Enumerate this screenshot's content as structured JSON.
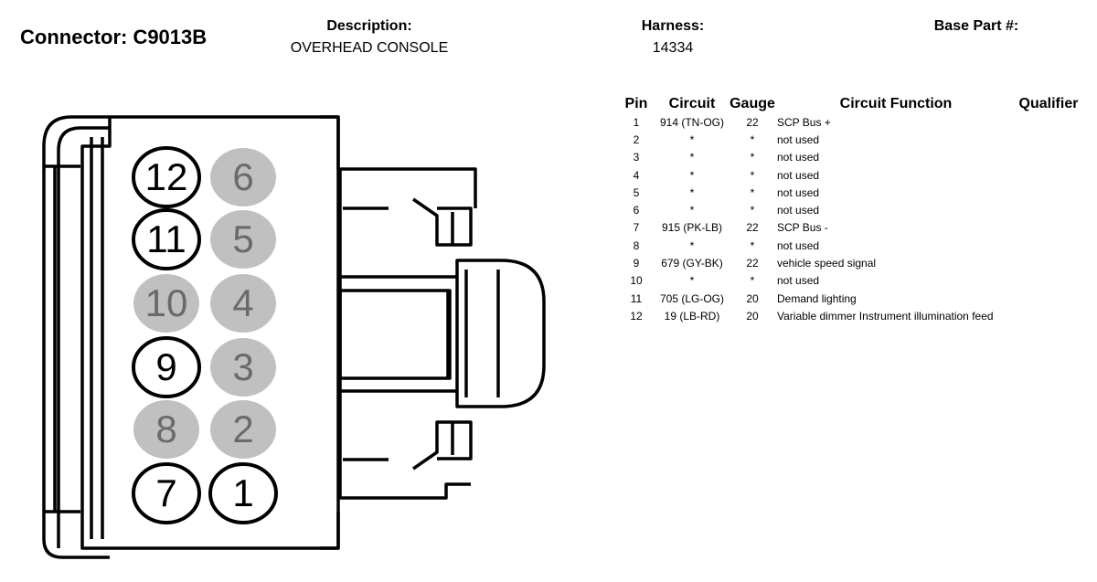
{
  "header": {
    "connector": "Connector: C9013B",
    "description_label": "Description:",
    "description_value": "OVERHEAD CONSOLE",
    "harness_label": "Harness:",
    "harness_value": "14334",
    "base_part_label": "Base Part #:"
  },
  "colors": {
    "empty_cavity": "#c0c0c0",
    "line": "#000000",
    "cavity_number_empty": "#6a6a6a"
  },
  "cavities": [
    {
      "number": "12",
      "populated": true
    },
    {
      "number": "6",
      "populated": false
    },
    {
      "number": "11",
      "populated": true
    },
    {
      "number": "5",
      "populated": false
    },
    {
      "number": "10",
      "populated": false
    },
    {
      "number": "4",
      "populated": false
    },
    {
      "number": "9",
      "populated": true
    },
    {
      "number": "3",
      "populated": false
    },
    {
      "number": "8",
      "populated": false
    },
    {
      "number": "2",
      "populated": false
    },
    {
      "number": "7",
      "populated": true
    },
    {
      "number": "1",
      "populated": true
    }
  ],
  "table": {
    "headers": {
      "pin": "Pin",
      "circuit": "Circuit",
      "gauge": "Gauge",
      "function": "Circuit Function",
      "qualifier": "Qualifier"
    },
    "rows": [
      {
        "pin": "1",
        "circuit": "914 (TN-OG)",
        "gauge": "22",
        "function": "SCP Bus +"
      },
      {
        "pin": "2",
        "circuit": "*",
        "gauge": "*",
        "function": "not used"
      },
      {
        "pin": "3",
        "circuit": "*",
        "gauge": "*",
        "function": "not used"
      },
      {
        "pin": "4",
        "circuit": "*",
        "gauge": "*",
        "function": "not used"
      },
      {
        "pin": "5",
        "circuit": "*",
        "gauge": "*",
        "function": "not used"
      },
      {
        "pin": "6",
        "circuit": "*",
        "gauge": "*",
        "function": "not used"
      },
      {
        "pin": "7",
        "circuit": "915 (PK-LB)",
        "gauge": "22",
        "function": "SCP Bus -"
      },
      {
        "pin": "8",
        "circuit": "*",
        "gauge": "*",
        "function": "not used"
      },
      {
        "pin": "9",
        "circuit": "679 (GY-BK)",
        "gauge": "22",
        "function": "vehicle speed signal"
      },
      {
        "pin": "10",
        "circuit": "*",
        "gauge": "*",
        "function": "not used"
      },
      {
        "pin": "11",
        "circuit": "705 (LG-OG)",
        "gauge": "20",
        "function": "Demand lighting"
      },
      {
        "pin": "12",
        "circuit": "19 (LB-RD)",
        "gauge": "20",
        "function": "Variable dimmer Instrument illumination feed"
      }
    ]
  }
}
